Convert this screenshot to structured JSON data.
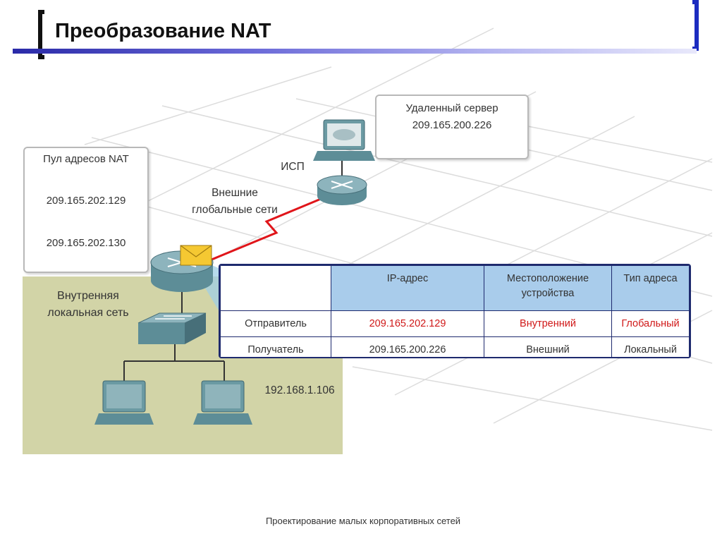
{
  "title": "Преобразование NAT",
  "footer": "Проектирование малых корпоративных сетей",
  "pool": {
    "heading": "Пул адресов NAT",
    "addresses": [
      "209.165.202.129",
      "209.165.202.130"
    ]
  },
  "server": {
    "name": "Удаленный сервер",
    "ip": "209.165.200.226"
  },
  "isp_label": "ИСП",
  "wan_label": [
    "Внешние",
    "глобальные сети"
  ],
  "lan_label": [
    "Внутренняя",
    "локальная сеть"
  ],
  "host_ip": "192.168.1.106",
  "table": {
    "headers": [
      "",
      "IP-адрес",
      "Местоположение устройства",
      "Тип адреса"
    ],
    "rows": [
      {
        "role": "Отправитель",
        "ip": "209.165.202.129",
        "location": "Внутренний",
        "type": "Глобальный"
      },
      {
        "role": "Получатель",
        "ip": "209.165.200.226",
        "location": "Внешний",
        "type": "Локальный"
      }
    ]
  },
  "colors": {
    "highlight": "#d01818",
    "table_header": "#a9cceb",
    "lan_zone": "#d2d4a7",
    "title_rule": "#2a2aa8"
  },
  "icons": [
    "router-icon",
    "switch-icon",
    "pc-icon",
    "server-icon",
    "envelope-icon",
    "serial-link-icon"
  ]
}
